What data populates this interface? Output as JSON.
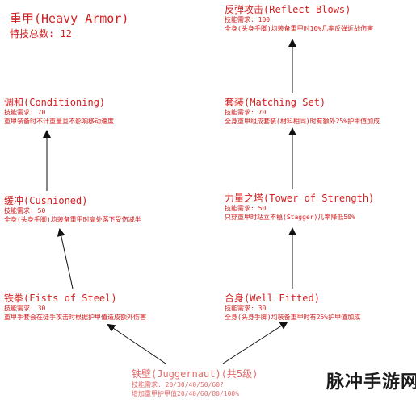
{
  "header": {
    "title": "重甲(Heavy Armor)",
    "total_perks": "特技总数: 12"
  },
  "perks": {
    "reflect_blows": {
      "name": "反弹攻击(Reflect Blows)",
      "req": "技能需求: 100",
      "desc": "全身(头身手脚)均装备重甲时10%几率反弹近战伤害"
    },
    "matching_set": {
      "name": "套装(Matching Set)",
      "req": "技能需求: 70",
      "desc": "全身重甲组成套装(材料相同)时有额外25%护甲值加成"
    },
    "tower_of_strength": {
      "name": "力量之塔(Tower of Strength)",
      "req": "技能需求: 50",
      "desc": "只穿重甲时站立不稳(Stagger)几率降低50%"
    },
    "well_fitted": {
      "name": "合身(Well Fitted)",
      "req": "技能需求: 30",
      "desc": "全身(头身手脚)均装备重甲时有25%护甲值加成"
    },
    "conditioning": {
      "name": "调和(Conditioning)",
      "req": "技能需求: 70",
      "desc": "重甲装备时不计重量且不影响移动速度"
    },
    "cushioned": {
      "name": "缓冲(Cushioned)",
      "req": "技能需求: 50",
      "desc": "全身(头身手脚)均装备重甲时高处落下受伤减半"
    },
    "fists_of_steel": {
      "name": "铁拳(Fists of Steel)",
      "req": "技能需求: 30",
      "desc": "重甲手套会在徒手攻击时根据护甲值造成额外伤害"
    }
  },
  "root": {
    "name": "铁壁(Juggernaut)(共5级)",
    "req": "技能需求: 20/30/40/50/60?",
    "desc": "增加重甲护甲值20/40/60/80/100%"
  },
  "watermark": "脉冲手游网",
  "colors": {
    "text": "#d21e1e",
    "root_text": "#e06a6a",
    "arrow": "#111111"
  }
}
